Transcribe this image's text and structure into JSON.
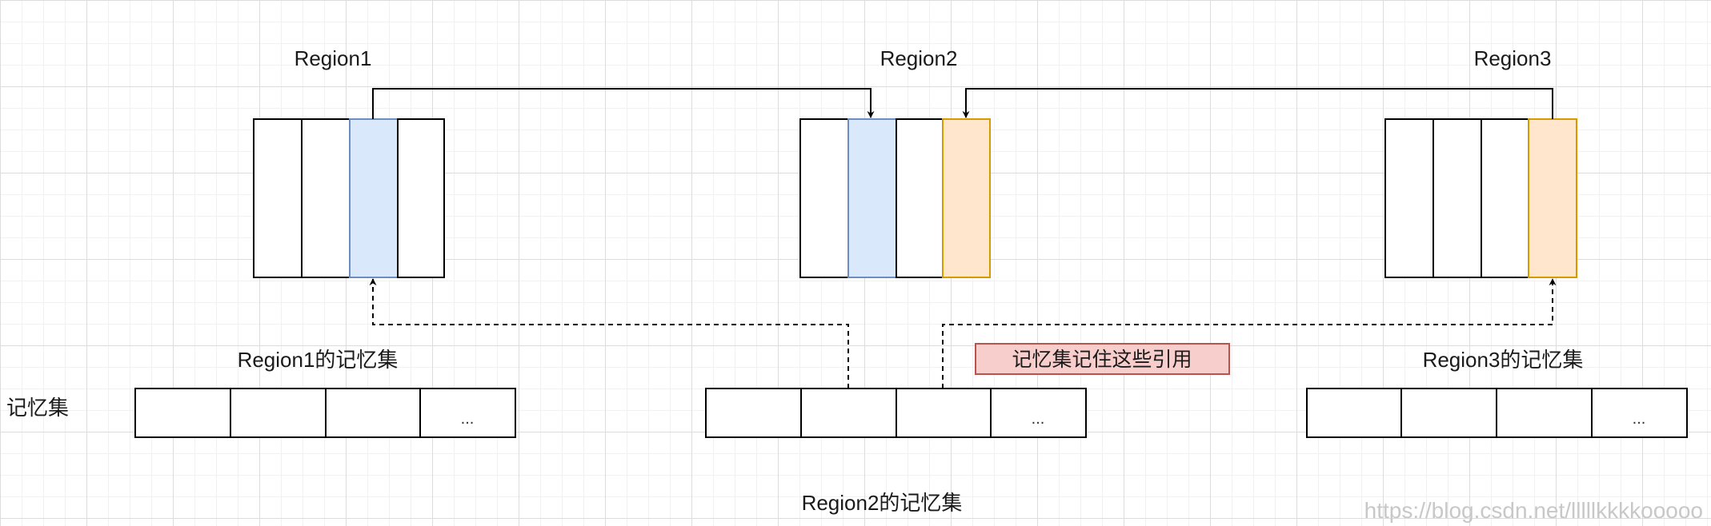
{
  "regions": [
    {
      "label": "Region1",
      "highlight": "blue-cell-3"
    },
    {
      "label": "Region2",
      "highlight": "blue-cell-2, orange-cell-4"
    },
    {
      "label": "Region3",
      "highlight": "orange-cell-4"
    }
  ],
  "remembered_sets": {
    "row_label": "记忆集",
    "set1_label": "Region1的记忆集",
    "set2_label": "Region2的记忆集",
    "set3_label": "Region3的记忆集",
    "ellipsis": "..."
  },
  "note": "记忆集记住这些引用",
  "watermark": "https://blog.csdn.net/lllllkkkkooooo",
  "colors": {
    "blue_fill": "#dae8fc",
    "blue_stroke": "#6c8ebf",
    "orange_fill": "#ffe6cc",
    "orange_stroke": "#d79b00",
    "note_fill": "#f8cecc",
    "note_stroke": "#b85450"
  }
}
